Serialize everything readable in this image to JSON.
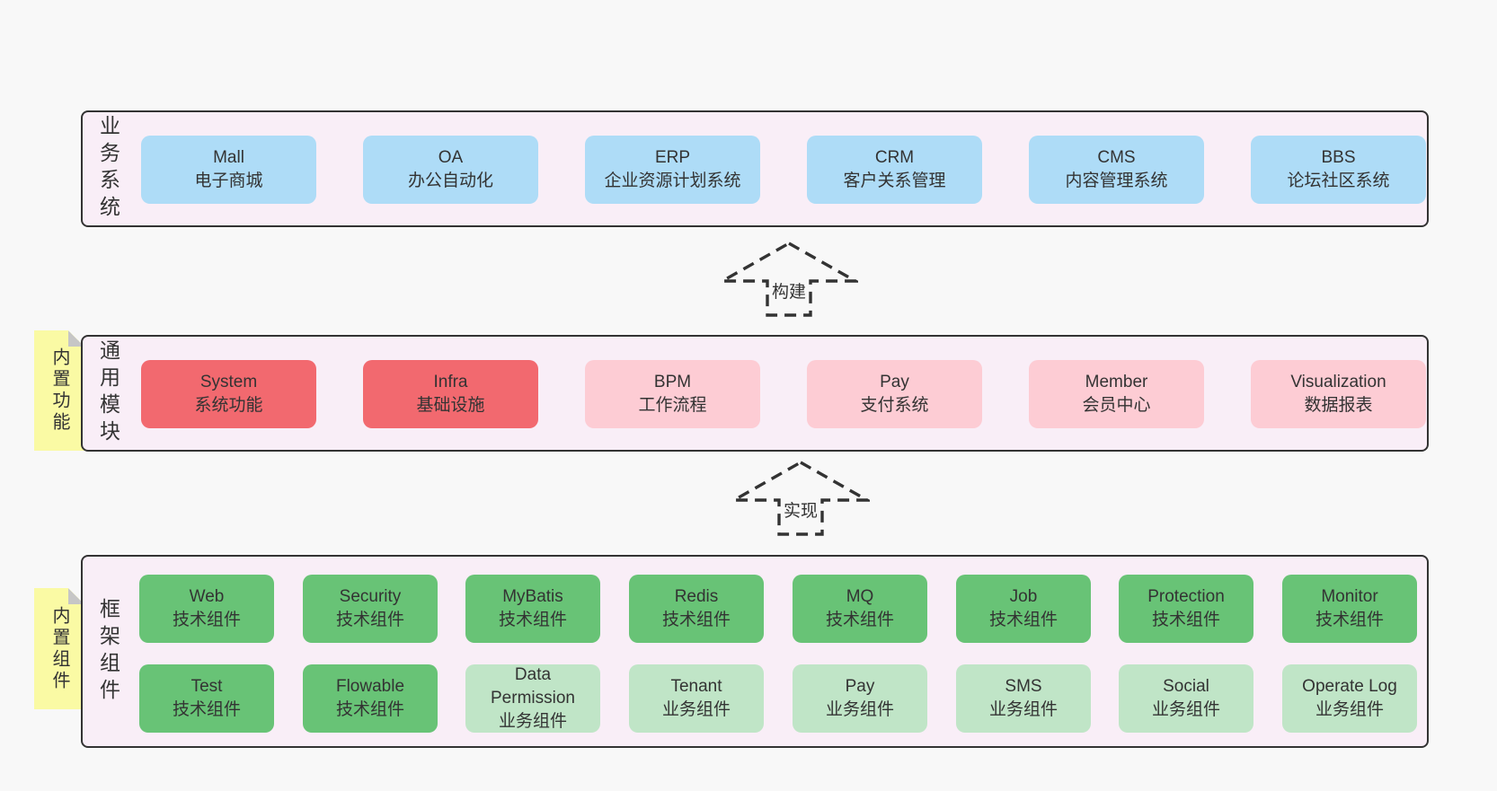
{
  "colors": {
    "page_bg": "#f8f8f8",
    "layer_bg": "#f9eef7",
    "layer_border": "#333333",
    "blue": "#aedcf7",
    "red": "#f2696f",
    "pink": "#fdccd4",
    "green": "#68c376",
    "light_green": "#c0e5c7",
    "note_yellow": "#fafaa4",
    "fold_gray": "#c6c6c6",
    "text": "#3a3a3a"
  },
  "notes": [
    {
      "label": "内置功能"
    },
    {
      "label": "内置组件"
    }
  ],
  "arrows": [
    {
      "label": "构建"
    },
    {
      "label": "实现"
    }
  ],
  "layers": [
    {
      "label": "业务系统",
      "boxes": [
        {
          "title": "Mall",
          "subtitle": "电子商城",
          "type": "blue"
        },
        {
          "title": "OA",
          "subtitle": "办公自动化",
          "type": "blue"
        },
        {
          "title": "ERP",
          "subtitle": "企业资源计划系统",
          "type": "blue"
        },
        {
          "title": "CRM",
          "subtitle": "客户关系管理",
          "type": "blue"
        },
        {
          "title": "CMS",
          "subtitle": "内容管理系统",
          "type": "blue"
        },
        {
          "title": "BBS",
          "subtitle": "论坛社区系统",
          "type": "blue"
        }
      ]
    },
    {
      "label": "通用模块",
      "boxes": [
        {
          "title": "System",
          "subtitle": "系统功能",
          "type": "red"
        },
        {
          "title": "Infra",
          "subtitle": "基础设施",
          "type": "red"
        },
        {
          "title": "BPM",
          "subtitle": "工作流程",
          "type": "pink"
        },
        {
          "title": "Pay",
          "subtitle": "支付系统",
          "type": "pink"
        },
        {
          "title": "Member",
          "subtitle": "会员中心",
          "type": "pink"
        },
        {
          "title": "Visualization",
          "subtitle": "数据报表",
          "type": "pink"
        }
      ]
    },
    {
      "label": "框架组件",
      "rows": [
        [
          {
            "title": "Web",
            "subtitle": "技术组件",
            "type": "green"
          },
          {
            "title": "Security",
            "subtitle": "技术组件",
            "type": "green"
          },
          {
            "title": "MyBatis",
            "subtitle": "技术组件",
            "type": "green"
          },
          {
            "title": "Redis",
            "subtitle": "技术组件",
            "type": "green"
          },
          {
            "title": "MQ",
            "subtitle": "技术组件",
            "type": "green"
          },
          {
            "title": "Job",
            "subtitle": "技术组件",
            "type": "green"
          },
          {
            "title": "Protection",
            "subtitle": "技术组件",
            "type": "green"
          },
          {
            "title": "Monitor",
            "subtitle": "技术组件",
            "type": "green"
          }
        ],
        [
          {
            "title": "Test",
            "subtitle": "技术组件",
            "type": "green"
          },
          {
            "title": "Flowable",
            "subtitle": "技术组件",
            "type": "green"
          },
          {
            "title": "Data Permission",
            "subtitle": "业务组件",
            "type": "light_green"
          },
          {
            "title": "Tenant",
            "subtitle": "业务组件",
            "type": "light_green"
          },
          {
            "title": "Pay",
            "subtitle": "业务组件",
            "type": "light_green"
          },
          {
            "title": "SMS",
            "subtitle": "业务组件",
            "type": "light_green"
          },
          {
            "title": "Social",
            "subtitle": "业务组件",
            "type": "light_green"
          },
          {
            "title": "Operate Log",
            "subtitle": "业务组件",
            "type": "light_green"
          }
        ]
      ]
    }
  ]
}
